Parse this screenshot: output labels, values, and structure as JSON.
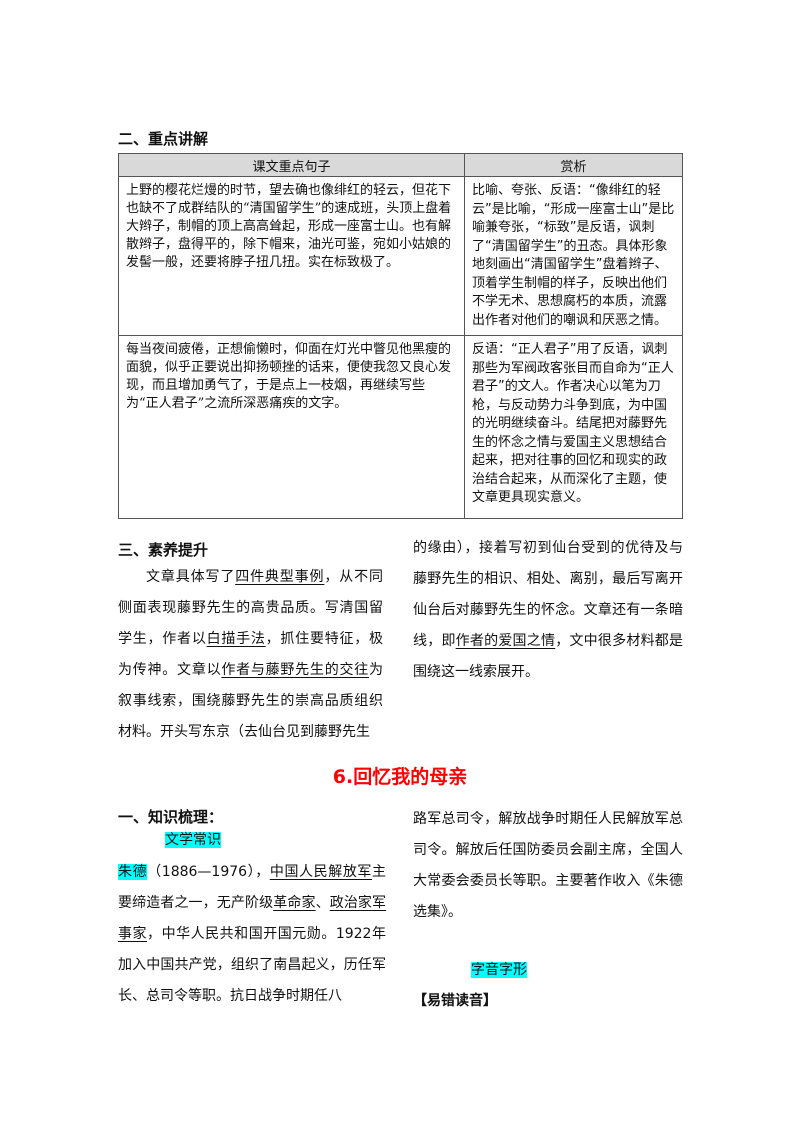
{
  "section2": {
    "title": "二、重点讲解",
    "table": {
      "headers": [
        "课文重点句子",
        "赏析"
      ],
      "rows": [
        {
          "sentence": "上野的樱花烂熳的时节，望去确也像绯红的轻云，但花下也缺不了成群结队的“清国留学生”的速成班，头顶上盘着大辫子，制帽的顶上高高耸起，形成一座富士山。也有解散辫子，盘得平的，除下帽来，油光可鉴，宛如小姑娘的发髻一般，还要将脖子扭几扭。实在标致极了。",
          "analysis": "比喻、夸张、反语：“像绯红的轻云”是比喻，“形成一座富士山”是比喻兼夸张，“标致”是反语，讽刺了“清国留学生”的丑态。具体形象地刻画出“清国留学生”盘着辫子、顶着学生制帽的样子，反映出他们不学无术、思想腐朽的本质，流露出作者对他们的嘲讽和厌恶之情。"
        },
        {
          "sentence": "每当夜间疲倦，正想偷懒时，仰面在灯光中瞥见他黑瘦的面貌，似乎正要说出抑扬顿挫的话来，便使我忽又良心发现，而且增加勇气了，于是点上一枝烟，再继续写些为“正人君子”之流所深恶痛疾的文字。",
          "analysis": "反语：“正人君子”用了反语，讽刺那些为军阀政客张目而自命为“正人君子”的文人。作者决心以笔为刀枪，与反动势力斗争到底，为中国的光明继续奋斗。结尾把对藤野先生的怀念之情与爱国主义思想结合起来，把对往事的回忆和现实的政治结合起来，从而深化了主题，使文章更具现实意义。"
        }
      ]
    }
  },
  "section3": {
    "title": "三、素养提升",
    "p_a": "文章具体写了",
    "p_b": "四件典型事例",
    "p_c": "，从不同侧面表现藤野先生的高贵品质。写清国留学生，作者以",
    "p_d": "白描手法",
    "p_e": "，抓住要特征，极为传神。文章以",
    "p_f": "作者与藤野先生的交往",
    "p_g": "为叙事线索，围绕藤野先生的崇高品质组织材料。开头写东京（去仙台见到藤野先生",
    "r_a": "的缘由），接着写初到仙台受到的优待及与藤野先生的相识、相处、离别，最后写离开仙台后对藤野先生的怀念。文章还有一条暗线，即",
    "r_b": "作者的爱国之情",
    "r_c": "，文中很多材料都是围绕这一线索展开。"
  },
  "chapter": {
    "title": "6.回忆我的母亲"
  },
  "knowledge": {
    "title": "一、知识梳理：",
    "sub1": "文学常识",
    "name": "朱德",
    "t1": "（1886—1976），",
    "t2": "中国人民解放军",
    "t3": "主要缔造者之一，无产阶级",
    "t4": "革命家",
    "t5": "、",
    "t6": "政治家",
    "t7": "军事家",
    "t8": "，中华人民共和国开国元勋。1922年加入中国共产党，组织了南昌起义，历任军长、总司令等职。抗日战争时期任八",
    "right_text": "路军总司令，解放战争时期任人民解放军总司令。解放后任国防委员会副主席，全国人大常委会委员长等职。主要著作收入《朱德选集》。",
    "sub2": "字音字形",
    "sub3": "【易错读音】"
  }
}
